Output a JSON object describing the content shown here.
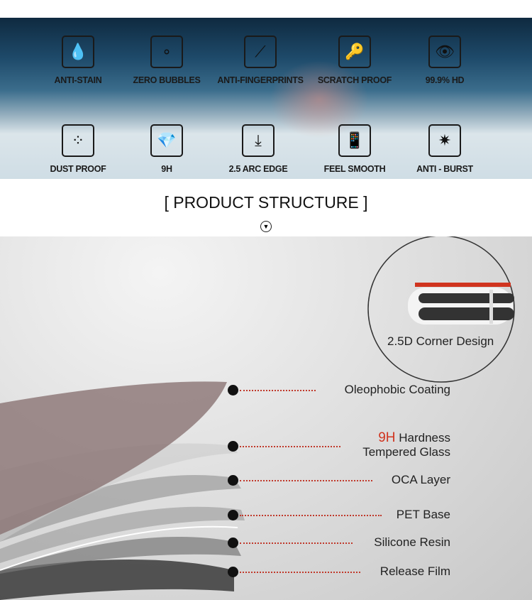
{
  "features": [
    {
      "label": "ANTI-STAIN",
      "icon": "no-drop-icon"
    },
    {
      "label": "ZERO BUBBLES",
      "icon": "no-bubbles-icon"
    },
    {
      "label": "ANTI-FINGERPRINTS",
      "icon": "no-fingerprint-icon"
    },
    {
      "label": "SCRATCH PROOF",
      "icon": "key-icon"
    },
    {
      "label": "99.9% HD",
      "icon": "eye-icon"
    },
    {
      "label": "DUST PROOF",
      "icon": "no-dust-icon"
    },
    {
      "label": "9H",
      "icon": "diamond-icon"
    },
    {
      "label": "2.5 ARC EDGE",
      "icon": "arc-edge-icon"
    },
    {
      "label": "FEEL SMOOTH",
      "icon": "phone-touch-icon"
    },
    {
      "label": "ANTI - BURST",
      "icon": "cracked-glass-icon"
    }
  ],
  "section_title": "[ PRODUCT STRUCTURE ]",
  "corner_label": "2.5D Corner Design",
  "layers": [
    {
      "label": "Oleophobic Coating"
    },
    {
      "highlight": "9H",
      "label": "Hardness",
      "label2": "Tempered Glass"
    },
    {
      "label": "OCA Layer"
    },
    {
      "label": "PET Base"
    },
    {
      "label": "Silicone Resin"
    },
    {
      "label": "Release Film"
    }
  ],
  "colors": {
    "accent": "#d0341f"
  }
}
